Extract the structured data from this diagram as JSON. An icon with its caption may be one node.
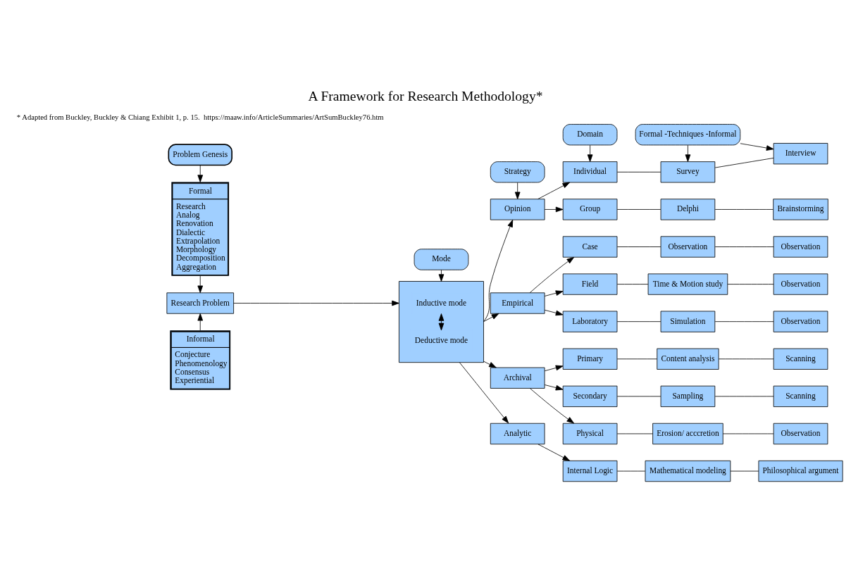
{
  "diagram": {
    "title": "A Framework for Research Methodology*",
    "caption": "* Adapted from Buckley, Buckley & Chiang Exhibit 1, p. 15.  https://maaw.info/ArticleSummaries/ArtSumBuckley76.htm",
    "nodes": [
      {
        "text": [
          "Problem Genesis"
        ]
      },
      {
        "text": [
          "Formal",
          "Research Analog Renovation Dialectic Extrapolation Morphology Decomposition Aggregation"
        ]
      },
      {
        "text": [
          "Research Problem"
        ]
      },
      {
        "text": [
          "Informal",
          "Conjecture Phenomenology Consensus Experiential"
        ]
      },
      {
        "text": [
          "Mode"
        ]
      },
      {
        "text": [],
        "shape": "box"
      },
      {
        "text": [
          "Inductive mode"
        ],
        "in": 5
      },
      {
        "text": [
          "Deductive mode"
        ],
        "in": 5
      },
      {
        "text": [
          "Strategy"
        ]
      },
      {
        "text": [
          "Domain"
        ]
      },
      {
        "text": [
          "Formal -Techniques -Informal"
        ]
      },
      {
        "text": [
          "Opinion"
        ]
      },
      {
        "text": [
          "Empirical"
        ]
      },
      {
        "text": [
          "Archival"
        ]
      },
      {
        "text": [
          "Analytic"
        ]
      },
      {
        "text": [
          "Individual"
        ]
      },
      {
        "text": [
          "Survey"
        ]
      },
      {
        "text": [
          "Interview"
        ]
      },
      {
        "text": [
          "Group"
        ]
      },
      {
        "text": [
          "Delphi"
        ]
      },
      {
        "text": [
          "Brainstorming"
        ]
      },
      {
        "text": [
          "Case"
        ]
      },
      {
        "text": [
          "Observation"
        ]
      },
      {
        "text": [
          "Observation"
        ]
      },
      {
        "text": [
          "Field"
        ]
      },
      {
        "text": [
          "Time & Motion study"
        ]
      },
      {
        "text": [
          "Observation"
        ]
      },
      {
        "text": [
          "Laboratory"
        ]
      },
      {
        "text": [
          "Simulation"
        ]
      },
      {
        "text": [
          "Observation"
        ]
      },
      {
        "text": [
          "Primary"
        ]
      },
      {
        "text": [
          "Content analysis"
        ]
      },
      {
        "text": [
          "Scanning"
        ]
      },
      {
        "text": [
          "Secondary"
        ]
      },
      {
        "text": [
          "Sampling"
        ]
      },
      {
        "text": [
          "Scanning"
        ]
      },
      {
        "text": [
          "Physical"
        ]
      },
      {
        "text": [
          "Erosion/ acccretion"
        ]
      },
      {
        "text": [
          "Observation"
        ]
      },
      {
        "text": [
          "Internal Logic"
        ]
      },
      {
        "text": [
          "Mathematical modeling"
        ]
      },
      {
        "text": [
          "Philosophical argument"
        ]
      }
    ],
    "edges": [
      {
        "from": 0,
        "to": 1,
        "arrow": "to"
      },
      {
        "from": 1,
        "to": 2,
        "arrow": "to"
      },
      {
        "from": 3,
        "to": 2,
        "arrow": "to"
      },
      {
        "from": 2,
        "to": 5,
        "arrow": "to"
      },
      {
        "from": 4,
        "to": 5,
        "arrow": "to"
      },
      {
        "from": 6,
        "to": 7,
        "arrow": "both"
      },
      {
        "from": 5,
        "to": 11,
        "arrow": "to"
      },
      {
        "from": 5,
        "to": 12,
        "arrow": "to"
      },
      {
        "from": 5,
        "to": 13,
        "arrow": "to"
      },
      {
        "from": 5,
        "to": 14,
        "arrow": "to"
      },
      {
        "from": 8,
        "to": 11,
        "arrow": "to"
      },
      {
        "from": 9,
        "to": 15,
        "arrow": "to"
      },
      {
        "from": 10,
        "to": 16,
        "arrow": "to"
      },
      {
        "from": 10,
        "to": 17,
        "arrow": "to"
      },
      {
        "from": 11,
        "to": 15,
        "arrow": "to"
      },
      {
        "from": 11,
        "to": 18,
        "arrow": "to"
      },
      {
        "from": 12,
        "to": 21,
        "arrow": "to"
      },
      {
        "from": 12,
        "to": 24,
        "arrow": "to"
      },
      {
        "from": 12,
        "to": 27,
        "arrow": "to"
      },
      {
        "from": 13,
        "to": 30,
        "arrow": "to"
      },
      {
        "from": 13,
        "to": 33,
        "arrow": "to"
      },
      {
        "from": 13,
        "to": 36,
        "arrow": "to"
      },
      {
        "from": 14,
        "to": 39,
        "arrow": "to"
      },
      {
        "from": 15,
        "to": 16,
        "arrow": "none"
      },
      {
        "from": 16,
        "to": 17,
        "arrow": "none"
      },
      {
        "from": 18,
        "to": 19,
        "arrow": "none"
      },
      {
        "from": 19,
        "to": 20,
        "arrow": "none"
      },
      {
        "from": 21,
        "to": 22,
        "arrow": "none"
      },
      {
        "from": 22,
        "to": 23,
        "arrow": "none"
      },
      {
        "from": 24,
        "to": 25,
        "arrow": "none"
      },
      {
        "from": 25,
        "to": 26,
        "arrow": "none"
      },
      {
        "from": 27,
        "to": 28,
        "arrow": "none"
      },
      {
        "from": 28,
        "to": 29,
        "arrow": "none"
      },
      {
        "from": 30,
        "to": 31,
        "arrow": "none"
      },
      {
        "from": 31,
        "to": 32,
        "arrow": "none"
      },
      {
        "from": 33,
        "to": 34,
        "arrow": "none"
      },
      {
        "from": 34,
        "to": 35,
        "arrow": "none"
      },
      {
        "from": 36,
        "to": 37,
        "arrow": "none"
      },
      {
        "from": 37,
        "to": 38,
        "arrow": "none"
      },
      {
        "from": 39,
        "to": 40,
        "arrow": "none"
      },
      {
        "from": 40,
        "to": 41,
        "arrow": "none"
      }
    ]
  }
}
